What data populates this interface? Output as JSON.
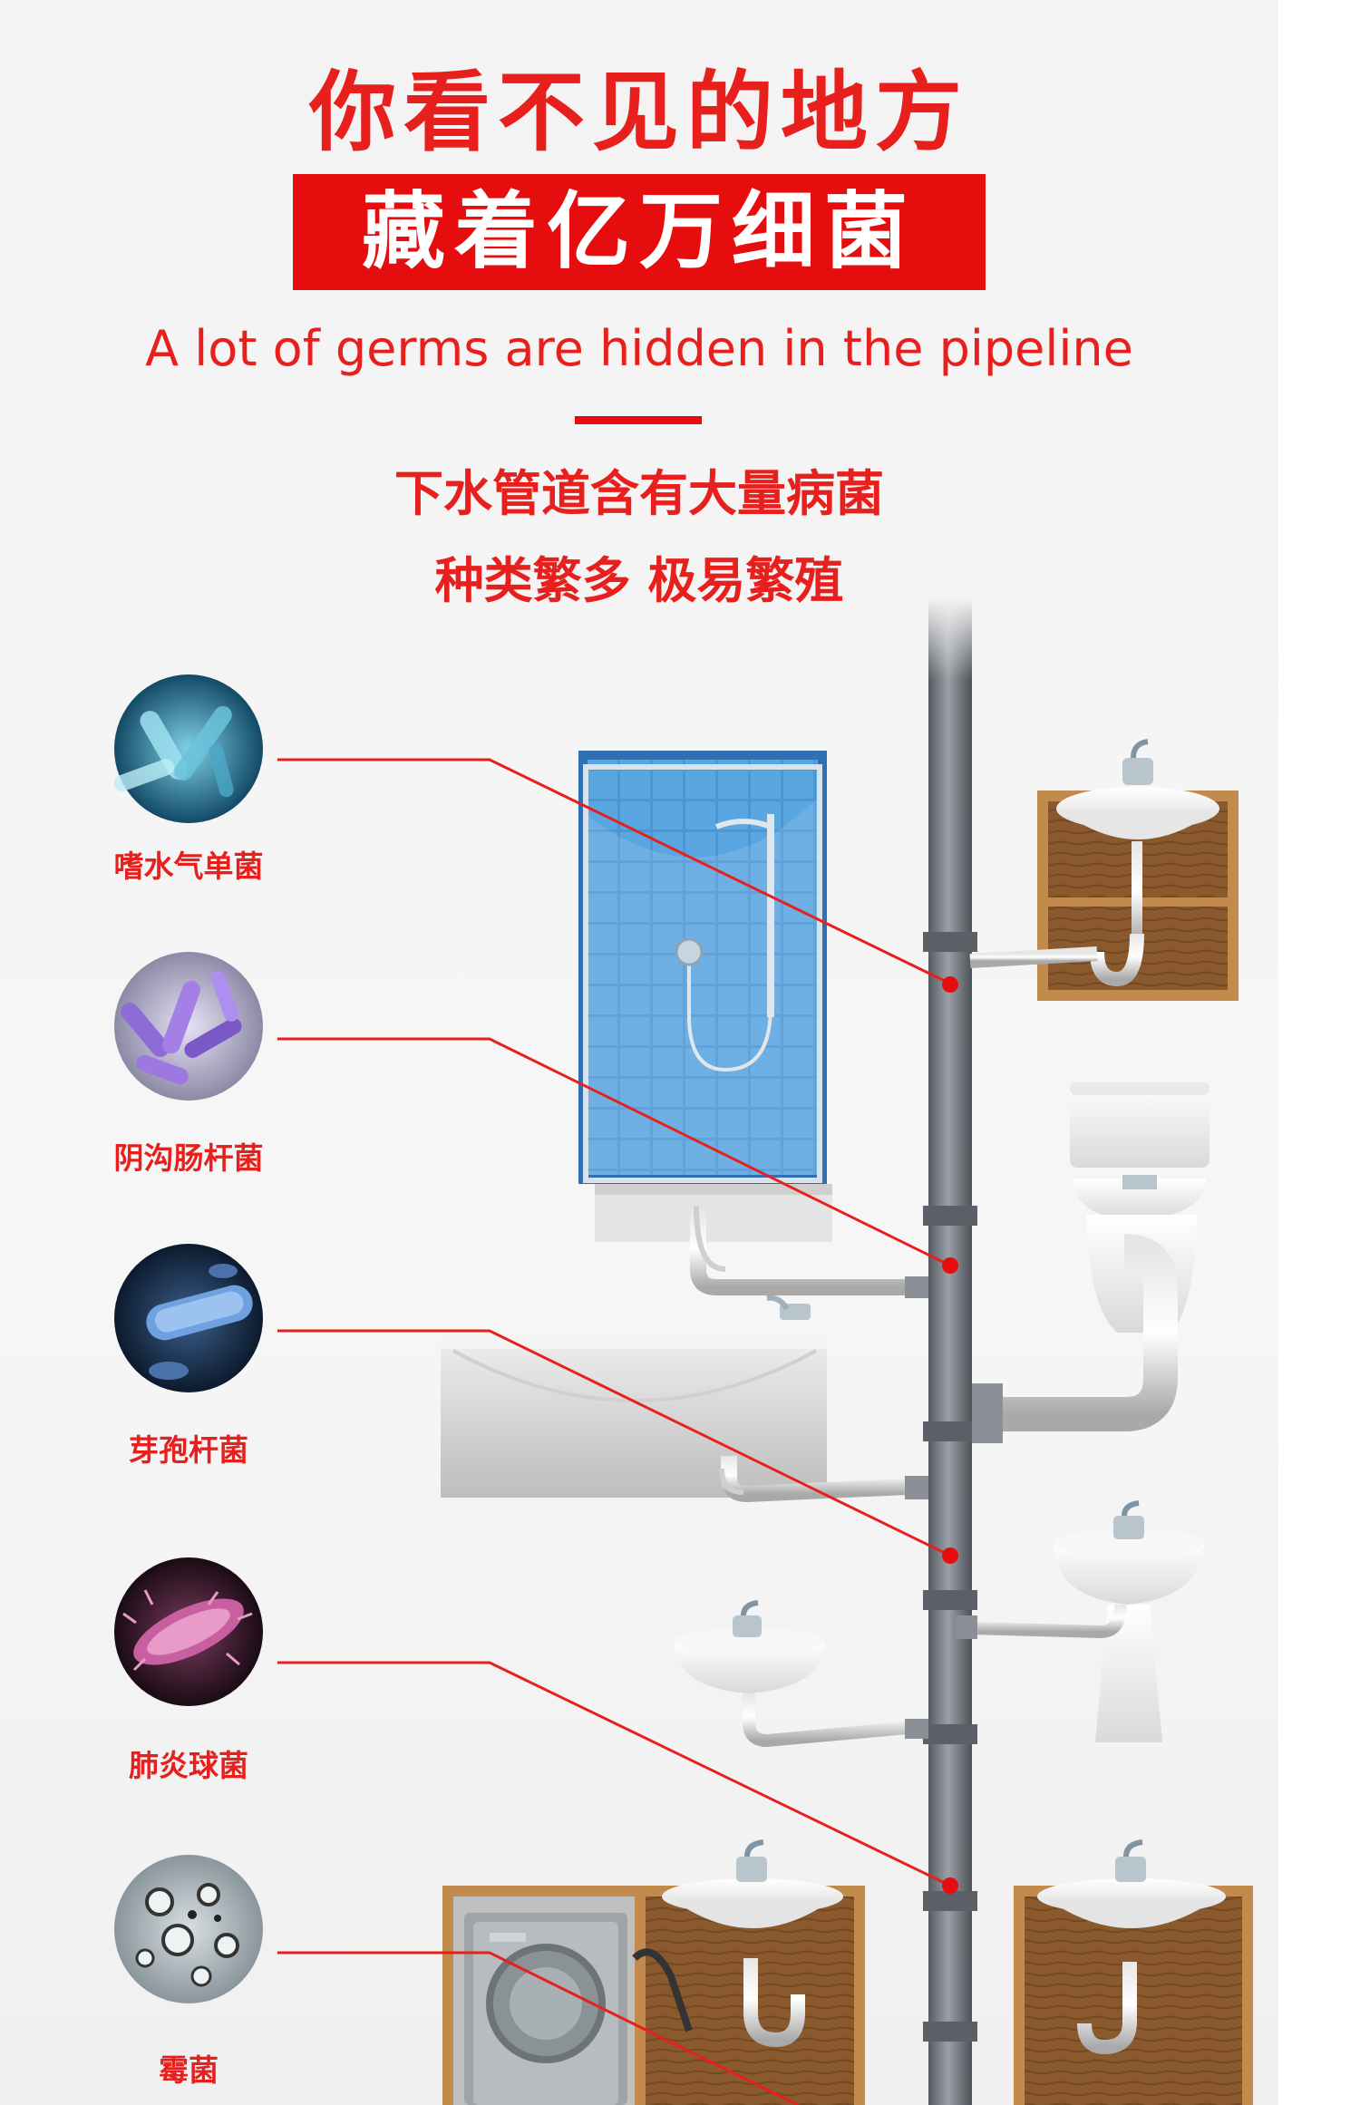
{
  "header": {
    "title_line1": "你看不见的地方",
    "title_line2": "藏着亿万细菌",
    "english_subtitle": "A lot of germs are hidden in the pipeline",
    "description_line1": "下水管道含有大量病菌",
    "description_line2": "种类繁多 极易繁殖"
  },
  "germs": [
    {
      "label": "嗜水气单菌",
      "icon": "rod-bacteria-blue-icon"
    },
    {
      "label": "阴沟肠杆菌",
      "icon": "rod-bacteria-purple-icon"
    },
    {
      "label": "芽孢杆菌",
      "icon": "bacillus-single-icon"
    },
    {
      "label": "肺炎球菌",
      "icon": "pneumococcus-icon"
    },
    {
      "label": "霉菌",
      "icon": "mold-spores-icon"
    }
  ],
  "colors": {
    "accent": "#e50d0d",
    "text_red": "#e8201d",
    "pipe": "#6f747a",
    "cabinet_wood": "#8b5a2b",
    "tile_blue": "#3f8fd0",
    "porcelain": "#f4f4f4"
  },
  "fixtures": [
    "shower-stall-icon",
    "washbasin-cabinet-icon",
    "toilet-icon",
    "bathtub-icon",
    "pedestal-sink-icon",
    "wall-sink-icon",
    "washing-machine-icon",
    "kitchen-sink-cabinet-icon"
  ]
}
